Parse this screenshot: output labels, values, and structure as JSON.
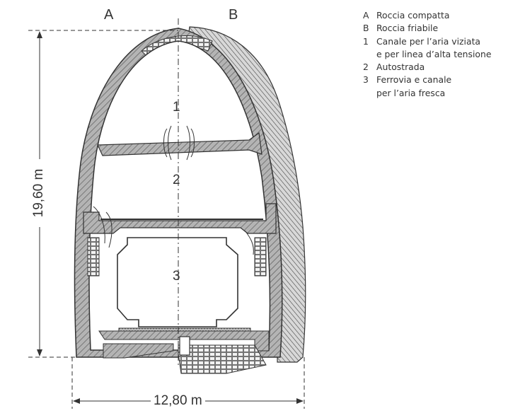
{
  "column_labels": {
    "a": "A",
    "b": "B"
  },
  "section_numbers": {
    "one": "1",
    "two": "2",
    "three": "3"
  },
  "dimensions": {
    "height": "19,60 m",
    "width": "12,80 m"
  },
  "legend": [
    {
      "key": "A",
      "text": "Roccia compatta"
    },
    {
      "key": "B",
      "text": "Roccia friabile"
    },
    {
      "key": "1",
      "text": "Canale per l’aria viziata\ne per linea d’alta tensione"
    },
    {
      "key": "2",
      "text": "Autostrada"
    },
    {
      "key": "3",
      "text": "Ferrovia e canale\nper l’aria fresca"
    }
  ],
  "colors": {
    "lining": "#8a8a8a",
    "line": "#333333",
    "hatch": "#555555"
  }
}
